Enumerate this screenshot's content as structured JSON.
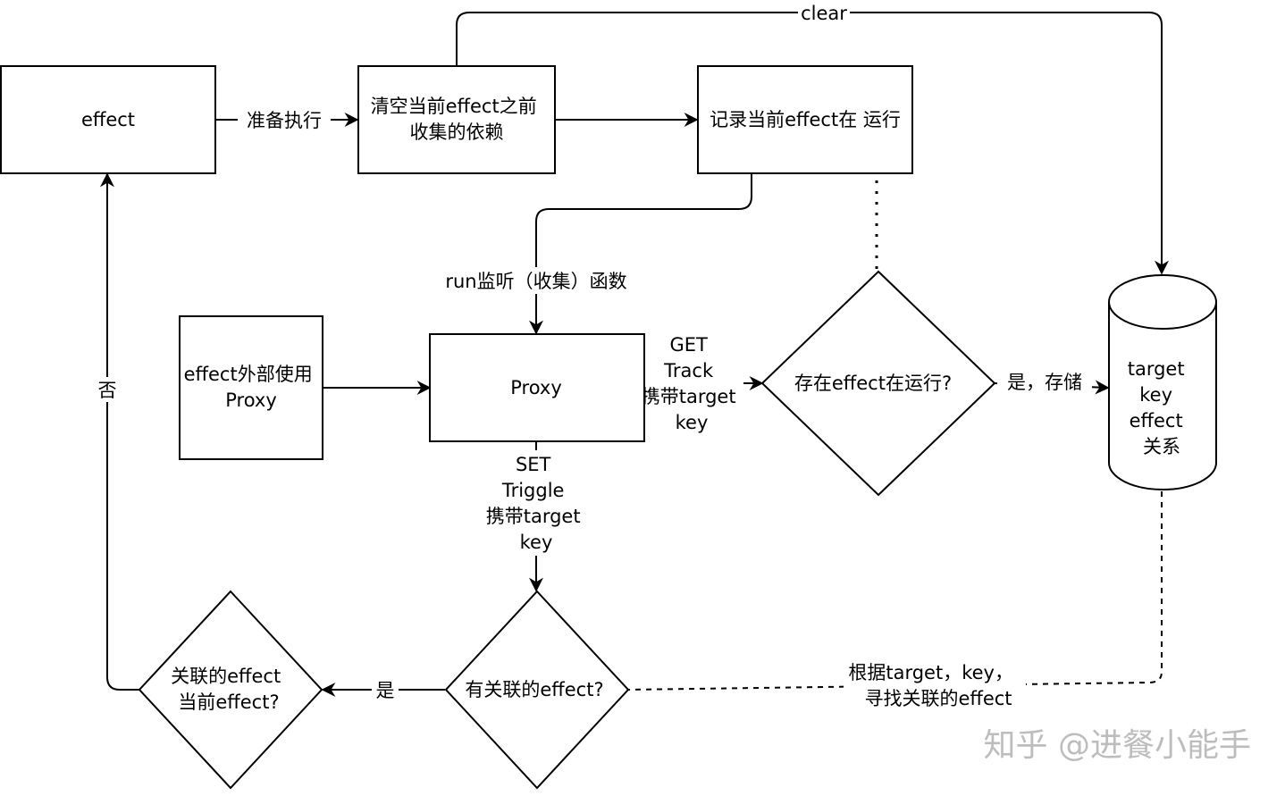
{
  "nodes": {
    "effect": "effect",
    "clear_deps": [
      "清空当前effect之前",
      "收集的依赖"
    ],
    "record_run": "记录当前effect在 运行",
    "outer_proxy": [
      "effect外部使用",
      "Proxy"
    ],
    "proxy": "Proxy",
    "has_running": "存在effect在运行?",
    "store": [
      "target",
      "key",
      "effect",
      "关系"
    ],
    "has_related": "有关联的effect?",
    "is_current": [
      "关联的effect",
      "当前effect?"
    ]
  },
  "edges": {
    "prepare_run": "准备执行",
    "clear": "clear",
    "run_listen": "run监听（收集）函数",
    "get_track": [
      "GET",
      "Track",
      "携带target",
      "key"
    ],
    "set_trigger": [
      "SET",
      "Triggle",
      "携带target",
      "key"
    ],
    "yes_store": "是，存储",
    "yes": "是",
    "no": "否",
    "find_related": [
      "根据target，key，",
      "寻找关联的effect"
    ]
  },
  "watermark": "知乎 @进餐小能手",
  "colors": {
    "stroke": "#000000",
    "fill": "#ffffff",
    "watermark": "#bdbdbd"
  }
}
